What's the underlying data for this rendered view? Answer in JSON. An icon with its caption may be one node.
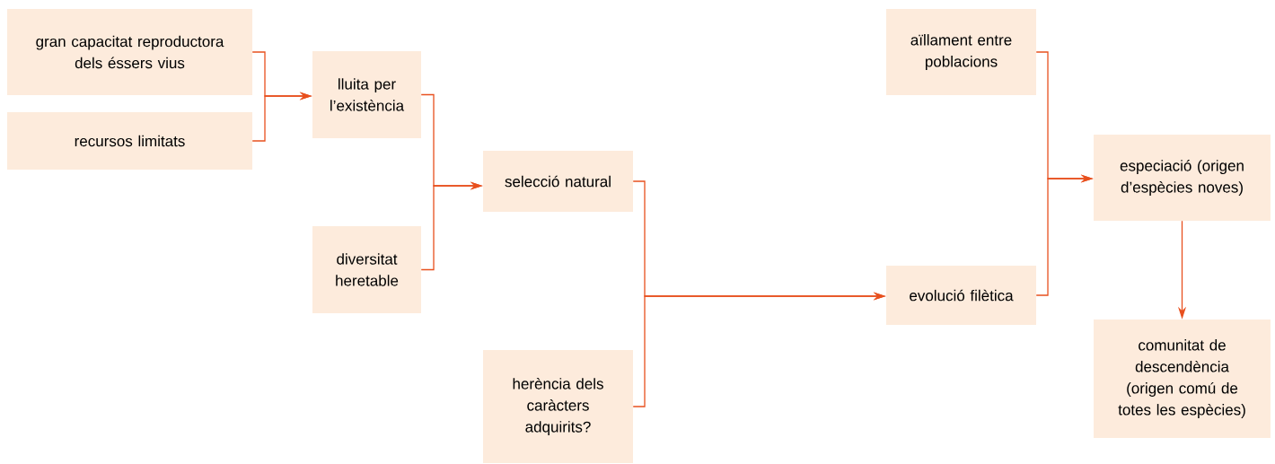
{
  "diagram": {
    "nodes": [
      {
        "text": [
          "gran capacitat reproductora dels éssers vius"
        ]
      },
      {
        "text": [
          "recursos limitats"
        ]
      },
      {
        "text": [
          "lluita per l’existència"
        ]
      },
      {
        "text": [
          "diversitat heretable"
        ]
      },
      {
        "text": [
          "selecció natural"
        ]
      },
      {
        "text": [
          "herència dels caràcters adquirits?"
        ]
      },
      {
        "text": [
          "aïllament entre poblacions"
        ]
      },
      {
        "text": [
          "evolució filètica"
        ]
      },
      {
        "text": [
          "especiació (origen d’espècies noves)"
        ]
      },
      {
        "text": [
          "comunitat de descendència (origen comú de totes les espècies)"
        ]
      }
    ],
    "edges": [
      {
        "from": 0,
        "to": 2,
        "arrow": "to"
      },
      {
        "from": 1,
        "to": 2,
        "arrow": "to"
      },
      {
        "from": 2,
        "to": 4,
        "arrow": "to"
      },
      {
        "from": 3,
        "to": 4,
        "arrow": "to"
      },
      {
        "from": 4,
        "to": 7,
        "arrow": "to"
      },
      {
        "from": 5,
        "to": 7,
        "arrow": "to"
      },
      {
        "from": 6,
        "to": 8,
        "arrow": "to"
      },
      {
        "from": 7,
        "to": 8,
        "arrow": "to"
      },
      {
        "from": 8,
        "to": 9,
        "arrow": "to"
      }
    ]
  }
}
